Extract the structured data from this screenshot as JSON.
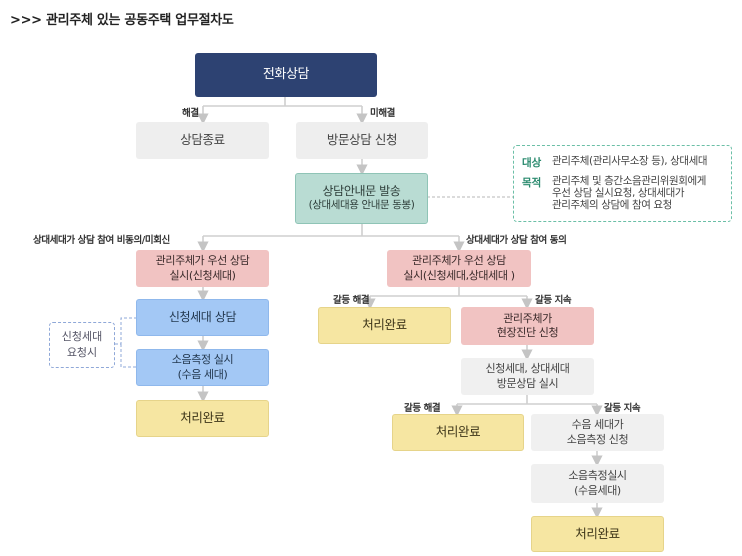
{
  "title": ">>> 관리주체 있는 공동주택 업무절차도",
  "nodes": {
    "phone": "전화상담",
    "resolved_end": "상담종료",
    "visit_request": "방문상담 신청",
    "notice_main": "상담안내문 발송",
    "notice_sub": "(상대세대용 안내문 동봉)",
    "left_consult_1": "관리주체가 우선 상담",
    "left_consult_2": "실시(신청세대)",
    "applicant_consult": "신청세대 상담",
    "noise_measure_1": "소음측정 실시",
    "noise_measure_2": "(수음 세대)",
    "done_left": "처리완료",
    "right_consult_1": "관리주체가 우선 상담",
    "right_consult_2": "실시(신청세대,상대세대 )",
    "done_mid": "처리완료",
    "onsite_1": "관리주체가",
    "onsite_2": "현장진단 신청",
    "both_visit_1": "신청세대, 상대세대",
    "both_visit_2": "방문상담 실시",
    "done_mid2": "처리완료",
    "receiver_req_1": "수음 세대가",
    "receiver_req_2": "소음측정 신청",
    "noise_measure2_1": "소음측정실시",
    "noise_measure2_2": "(수음세대)",
    "done_final": "처리완료"
  },
  "labels": {
    "resolved": "해결",
    "unresolved": "미해결",
    "left_branch": "상대세대가 상담 참여 비동의/미회신",
    "right_branch": "상대세대가 상담 참여 동의",
    "conflict_resolved_1": "갈등 해결",
    "conflict_continue_1": "갈등 지속",
    "conflict_resolved_2": "갈등 해결",
    "conflict_continue_2": "갈등 지속"
  },
  "note": {
    "target_key": "대상",
    "target_text": "관리주체(관리사무소장 등), 상대세대",
    "purpose_key": "목적",
    "purpose_line1": "관리주체 및 층간소음관리위원회에게",
    "purpose_line2": "우선 상담 실시요청, 상대세대가",
    "purpose_line3": "관리주체의 상담에 참여 요청"
  },
  "side_note": {
    "line1": "신청세대",
    "line2": "요청시"
  },
  "colors": {
    "navy": "#2d4272",
    "gray": "#eeeeee",
    "teal": "#b9dcd3",
    "pink": "#f1c3c2",
    "blue": "#a3c8f5",
    "yellow": "#f6e6a2",
    "line": "#cfcfcf"
  }
}
